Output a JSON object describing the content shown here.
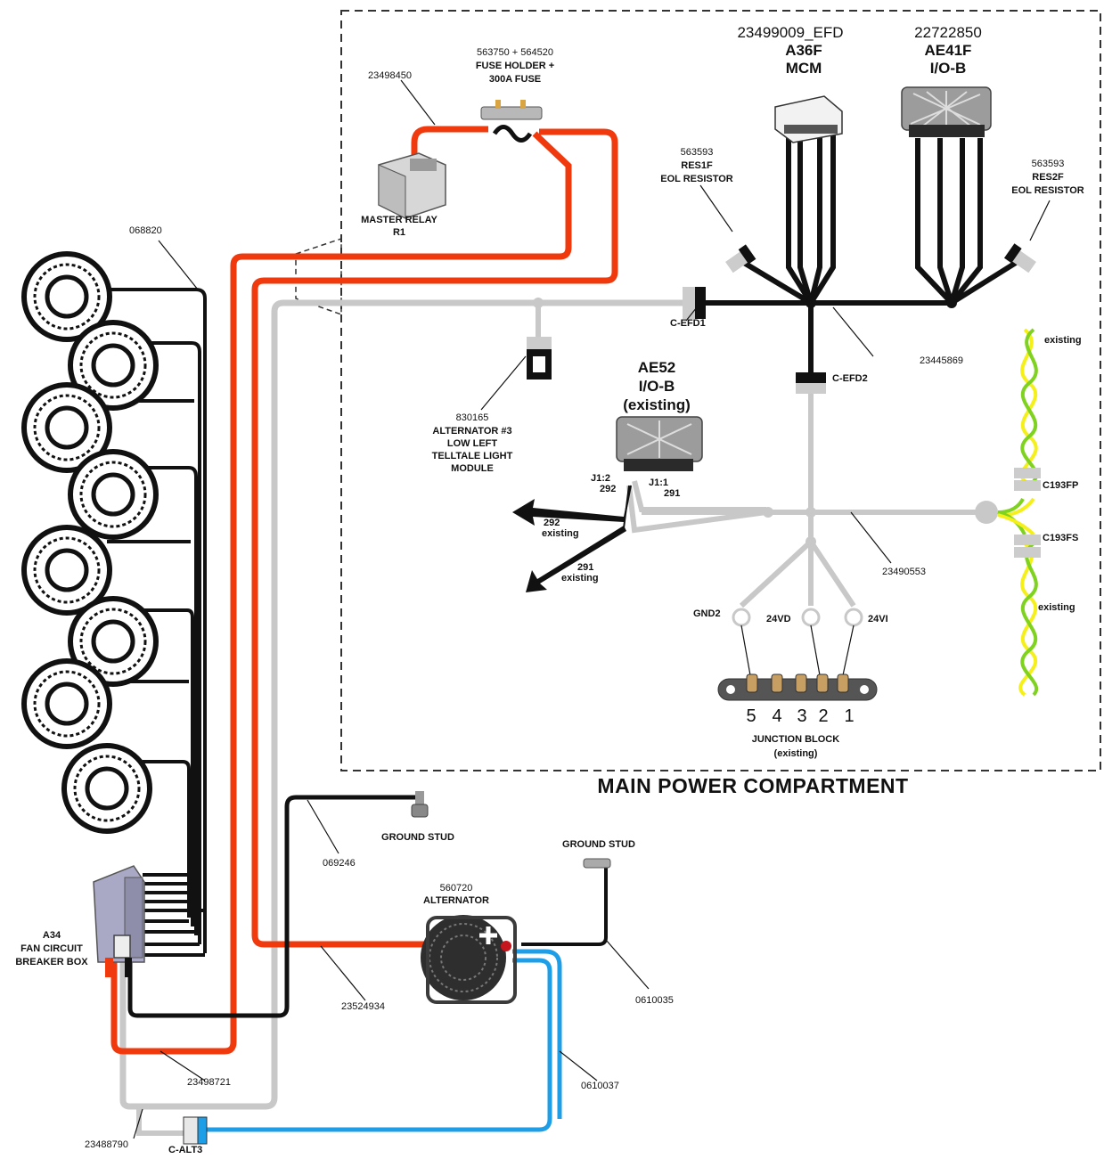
{
  "diagram": {
    "compartment_title": "MAIN POWER COMPARTMENT",
    "components": {
      "master_relay": {
        "part": "23498450",
        "label1": "MASTER RELAY",
        "label2": "R1"
      },
      "fuse": {
        "part": "563750 + 564520",
        "label1": "FUSE HOLDER +",
        "label2": "300A FUSE"
      },
      "mcm": {
        "part": "23499009_EFD",
        "label1": "A36F",
        "label2": "MCM"
      },
      "io_b_ae41f": {
        "part": "22722850",
        "label1": "AE41F",
        "label2": "I/O-B"
      },
      "res1f": {
        "part": "563593",
        "label1": "RES1F",
        "label2": "EOL RESISTOR"
      },
      "res2f": {
        "part": "563593",
        "label1": "RES2F",
        "label2": "EOL RESISTOR"
      },
      "ae52": {
        "label1": "AE52",
        "label2": "I/O-B",
        "label3": "(existing)"
      },
      "telltale": {
        "part": "830165",
        "label1": "ALTERNATOR #3",
        "label2": "LOW LEFT",
        "label3": "TELLTALE LIGHT",
        "label4": "MODULE"
      },
      "junction_block": {
        "label1": "JUNCTION BLOCK",
        "label2": "(existing)",
        "numbers": [
          "5",
          "4",
          "3",
          "2",
          "1"
        ]
      },
      "fan_cb_box": {
        "label1": "A34",
        "label2": "FAN CIRCUIT",
        "label3": "BREAKER BOX"
      },
      "alternator": {
        "part": "560720",
        "label1": "ALTERNATOR"
      },
      "ground_stud_1": {
        "label": "GROUND STUD"
      },
      "ground_stud_2": {
        "label": "GROUND STUD"
      }
    },
    "connectors": {
      "c_efd1": "C-EFD1",
      "c_efd2": "C-EFD2",
      "c193fp": "C193FP",
      "c193fs": "C193FS",
      "c_alt3": "C-ALT3",
      "j1_2": "J1:2",
      "j1_1": "J1:1",
      "w292": "292",
      "w291": "291"
    },
    "wires": {
      "fan_harness": "068820",
      "main_harness": "23445869",
      "gray_harness": "23490553",
      "ground_wire": "069246",
      "red_alt": "23524934",
      "red_cb": "23498721",
      "gray_cb": "23488790",
      "alt_ground": "0610035",
      "blue": "0610037"
    },
    "terminals": {
      "gnd2": "GND2",
      "v24d": "24VD",
      "v24i": "24VI"
    },
    "notes": {
      "existing_top": "existing",
      "existing_bottom": "existing",
      "arrow_292": "292",
      "arrow_292_note": "existing",
      "arrow_291": "291",
      "arrow_291_note": "existing"
    },
    "colors": {
      "red": "#f03a0e",
      "gray": "#c8c8c8",
      "black": "#111111",
      "blue": "#1e9ee6",
      "yellow": "#f5ef1a",
      "green": "#7fd21f"
    }
  }
}
